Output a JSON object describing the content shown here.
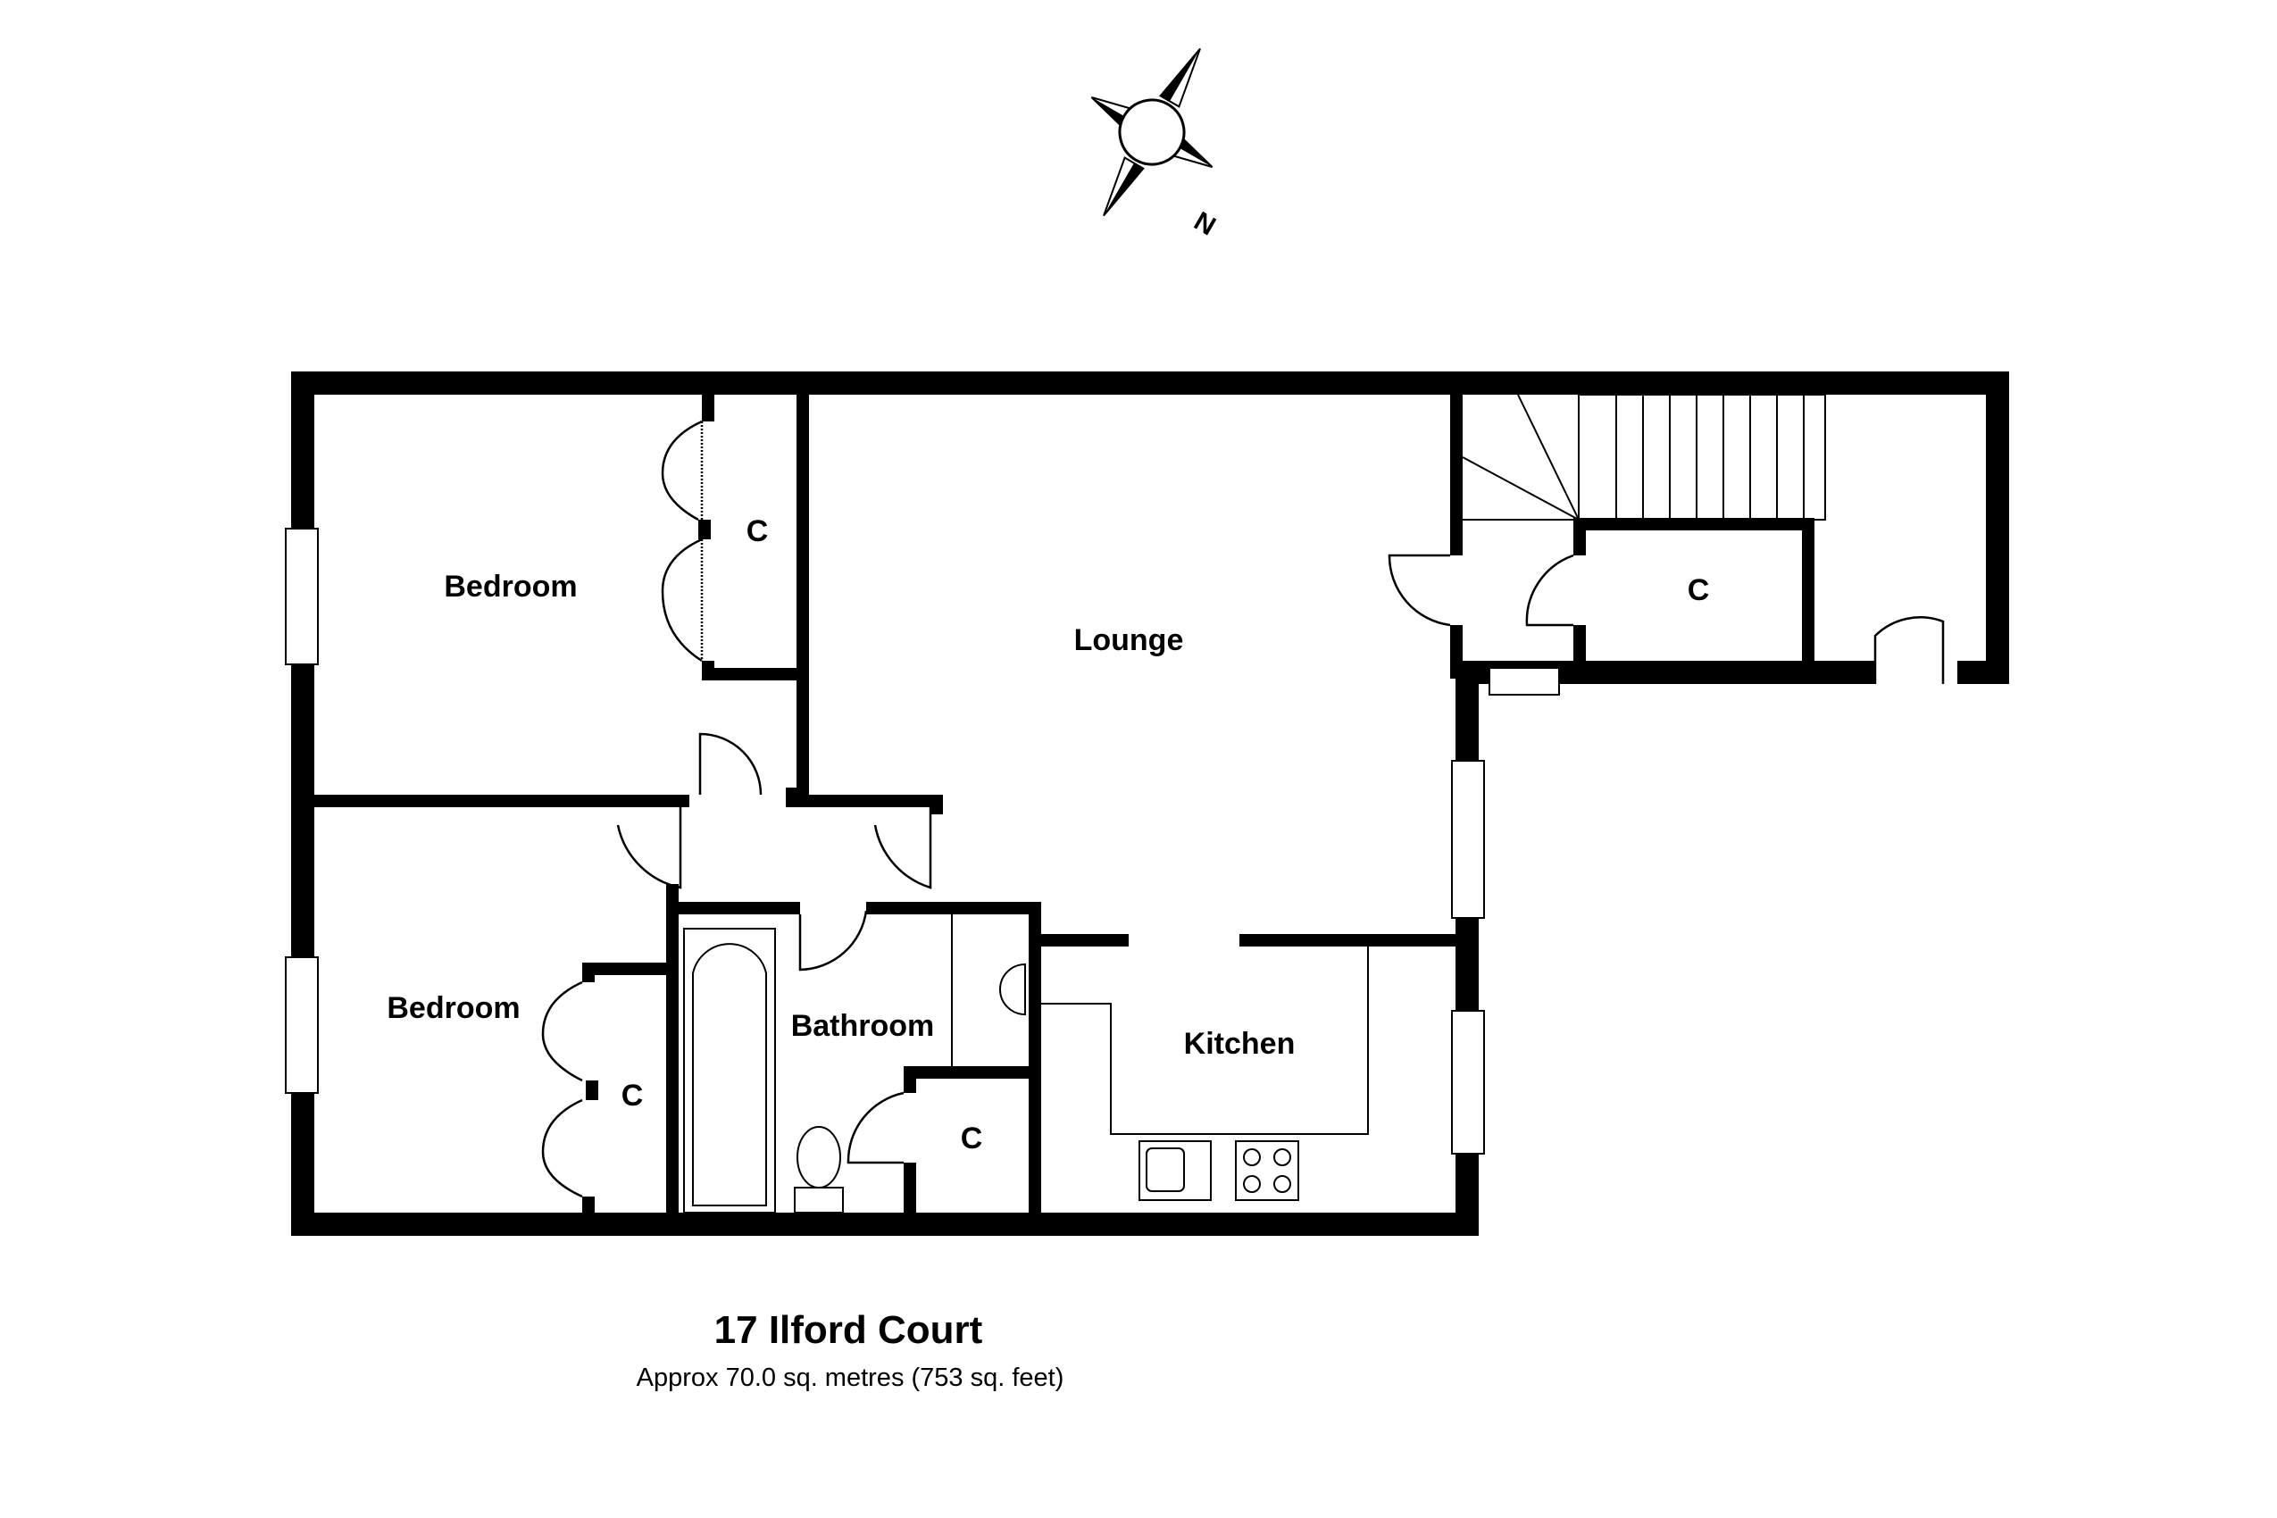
{
  "plan": {
    "title": "17 Ilford Court",
    "area": "Approx 70.0 sq. metres (753 sq. feet)",
    "compass": {
      "north_label": "N"
    },
    "rooms": [
      {
        "id": "bedroom-1",
        "label": "Bedroom"
      },
      {
        "id": "cupboard-1",
        "label": "C"
      },
      {
        "id": "lounge",
        "label": "Lounge"
      },
      {
        "id": "cupboard-stair",
        "label": "C"
      },
      {
        "id": "bedroom-2",
        "label": "Bedroom"
      },
      {
        "id": "cupboard-2",
        "label": "C"
      },
      {
        "id": "bathroom",
        "label": "Bathroom"
      },
      {
        "id": "cupboard-3",
        "label": "C"
      },
      {
        "id": "kitchen",
        "label": "Kitchen"
      }
    ]
  },
  "colors": {
    "wall": "#000000",
    "background": "#ffffff"
  }
}
